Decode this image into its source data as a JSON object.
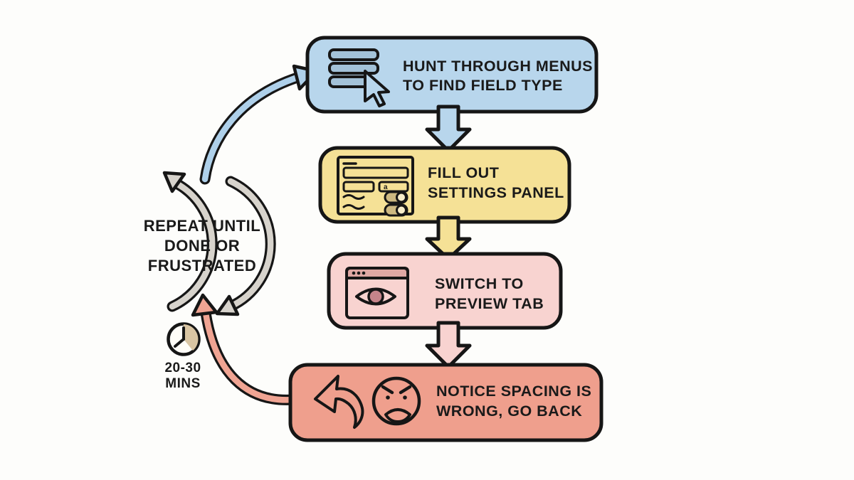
{
  "canvas": {
    "background": "#fdfdfb",
    "ink": "#161616"
  },
  "loop": {
    "line1": "REPEAT UNTIL",
    "line2": "DONE OR",
    "line3": "FRUSTRATED",
    "arrow_color": "#d7d3cc"
  },
  "timer": {
    "duration": "20-30",
    "unit": "MINS",
    "wedge_color": "#d9c5a3"
  },
  "steps": [
    {
      "line1": "HUNT THROUGH MENUS",
      "line2": "TO FIND FIELD TYPE",
      "fill": "#b8d6ec",
      "accent": "#a3c2d8"
    },
    {
      "line1": "FILL OUT",
      "line2": "SETTINGS PANEL",
      "fill": "#f5e196",
      "accent": "#cdb981",
      "icon_text": "a",
      "knob": "#f7edca"
    },
    {
      "line1": "SWITCH TO",
      "line2": "PREVIEW TAB",
      "fill": "#f8d3d0",
      "accent": "#dfa8a4",
      "iris": "#c5848a"
    },
    {
      "line1": "NOTICE SPACING IS",
      "line2": "WRONG, GO BACK",
      "fill": "#ef9f8d"
    }
  ],
  "connectors": {
    "loop_to_step1": "#aed0ea",
    "step1_to_step2": "#b8d6ec",
    "step2_to_step3": "#f5e196",
    "step3_to_step4": "#f8d3d0",
    "step4_to_loop": "#f0a493"
  }
}
